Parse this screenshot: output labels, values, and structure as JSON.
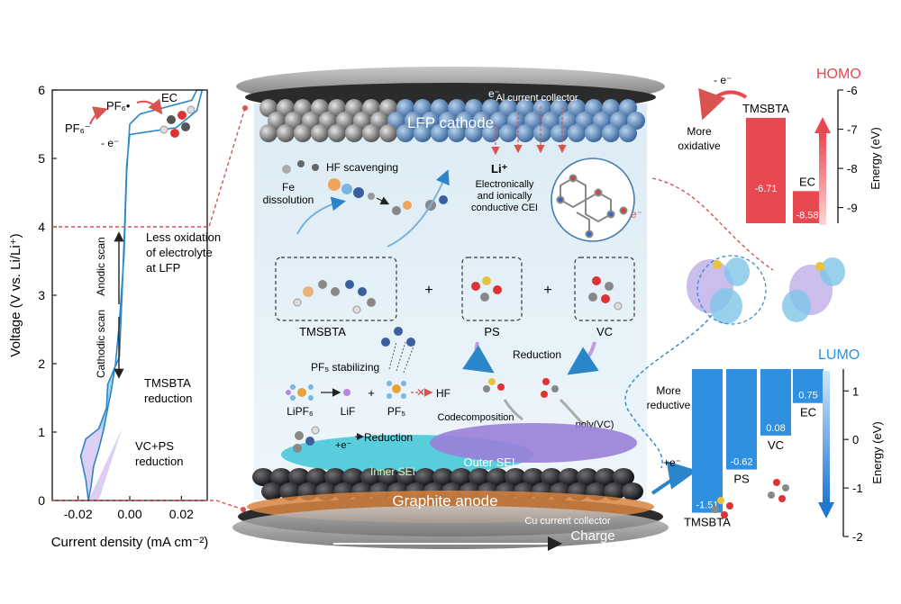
{
  "colors": {
    "homo_red": "#e8484f",
    "lumo_blue": "#2f8fe0",
    "curve_blue": "#2a86c8",
    "tmsbta_fill": "#8fd3ea",
    "vcps_fill": "#d9c9f2",
    "cathode_blue": "#5f86b4",
    "anode_dark": "#2e2e30",
    "copper": "#d7843f",
    "inner_sei": "#3ec7d6",
    "outer_sei": "#9b7fd8",
    "dashed_red": "#d9534f"
  },
  "left_plot": {
    "ylabel": "Voltage (V vs. Li/Li⁺)",
    "xlabel": "Current density (mA cm⁻²)",
    "y_ticks": [
      "0",
      "1",
      "2",
      "3",
      "4",
      "5",
      "6"
    ],
    "x_ticks": [
      "-0.02",
      "0.00",
      "0.02"
    ],
    "ylim": [
      0,
      6
    ],
    "xlim": [
      -0.03,
      0.03
    ],
    "anodic_scan": "Anodic scan",
    "cathodic_scan": "Cathodic scan",
    "less_oxidation": [
      "Less oxidation",
      "of electrolyte",
      "at LFP"
    ],
    "tmsbta_reduction": [
      "TMSBTA",
      "reduction"
    ],
    "vcps_reduction": [
      "VC+PS",
      "reduction"
    ],
    "pf6_minus": "PF₆⁻",
    "pf6_radical": "PF₆•",
    "minus_e": "- e⁻",
    "ec": "EC"
  },
  "center": {
    "e_minus_top": "e⁻",
    "al_collector": "Al current collector",
    "lfp_cathode": "LFP cathode",
    "fe_dissolution": [
      "Fe",
      "dissolution"
    ],
    "hf_scavenging": "HF scavenging",
    "li_plus": "Li⁺",
    "cei_text": [
      "Electronically",
      "and ionically",
      "conductive CEI"
    ],
    "e_minus_cei": "e⁻",
    "additives": [
      "TMSBTA",
      "PS",
      "VC"
    ],
    "plus": "+",
    "reduction": "Reduction",
    "pf5_stabilizing": "PF₅ stabilizing",
    "lipf6": "LiPF₆",
    "lif": "LiF",
    "pf5": "PF₅",
    "hf": "HF",
    "codecomposition": "Codecomposition",
    "poly_vc": "poly(VC)",
    "reduction_bottom": "Reduction",
    "plus_e": "+e⁻",
    "inner_sei": "Inner SEI",
    "outer_sei": "Outer SEI",
    "graphite_anode": "Graphite anode",
    "cu_collector": "Cu current collector",
    "charge": "Charge",
    "plus_e_right": "+e⁻"
  },
  "homo_chart": {
    "title": "HOMO",
    "ylabel": "Energy (eV)",
    "y_ticks": [
      "-6",
      "-7",
      "-8",
      "-9"
    ],
    "ylim": [
      -9.4,
      -6
    ],
    "arrow_label": [
      "More",
      "oxidative"
    ],
    "minus_e": "- e⁻",
    "bars": [
      {
        "name": "TMSBTA",
        "value": -6.71,
        "label": "-6.71"
      },
      {
        "name": "EC",
        "value": -8.58,
        "label": "-8.58"
      }
    ]
  },
  "lumo_chart": {
    "title": "LUMO",
    "ylabel": "Energy (eV)",
    "y_ticks": [
      "1",
      "0",
      "-1",
      "-2"
    ],
    "ylim": [
      -2,
      1.45
    ],
    "arrow_label": [
      "More",
      "reductive"
    ],
    "bars": [
      {
        "name": "TMSBTA",
        "value": -1.51,
        "label": "-1.51"
      },
      {
        "name": "PS",
        "value": -0.62,
        "label": "-0.62"
      },
      {
        "name": "VC",
        "value": 0.08,
        "label": "0.08"
      },
      {
        "name": "EC",
        "value": 0.75,
        "label": "0.75"
      }
    ]
  }
}
